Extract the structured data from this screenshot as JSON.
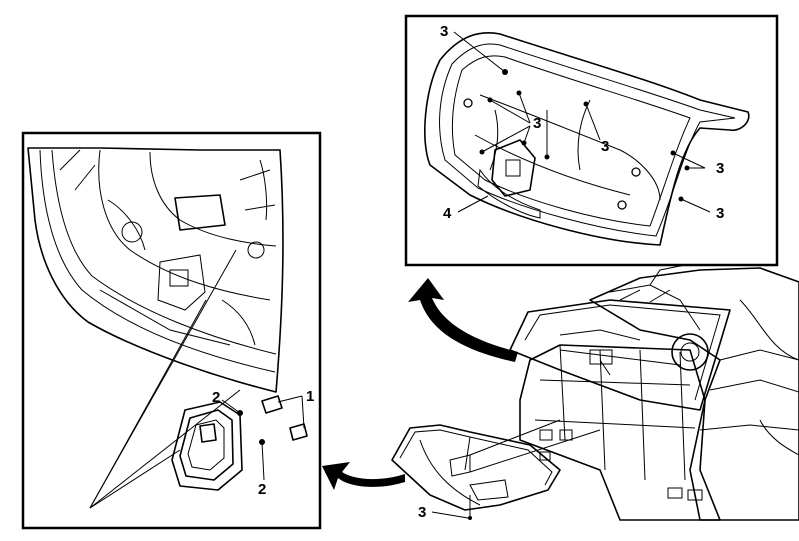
{
  "figure": {
    "callouts": {
      "top_left_3": "3",
      "top_mid_3": "3",
      "top_right_3a": "3",
      "top_right_3b": "3",
      "top_right_3c": "3",
      "top_left_4": "4",
      "left_1": "1",
      "left_2_top": "2",
      "left_2_bottom": "2",
      "bottom_3": "3"
    },
    "colors": {
      "ink": "#000000",
      "paper": "#ffffff"
    }
  }
}
